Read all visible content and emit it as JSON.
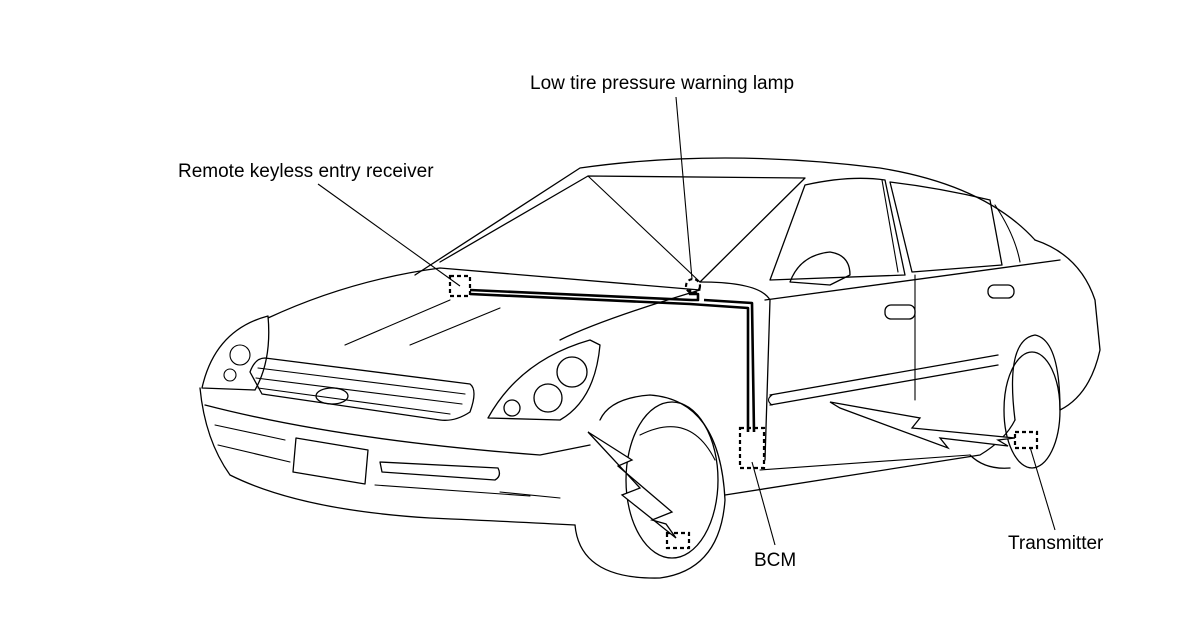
{
  "callouts": {
    "low_tire_lamp": "Low tire pressure warning lamp",
    "keyless_receiver": "Remote keyless entry receiver",
    "bcm": "BCM",
    "transmitter": "Transmitter"
  }
}
